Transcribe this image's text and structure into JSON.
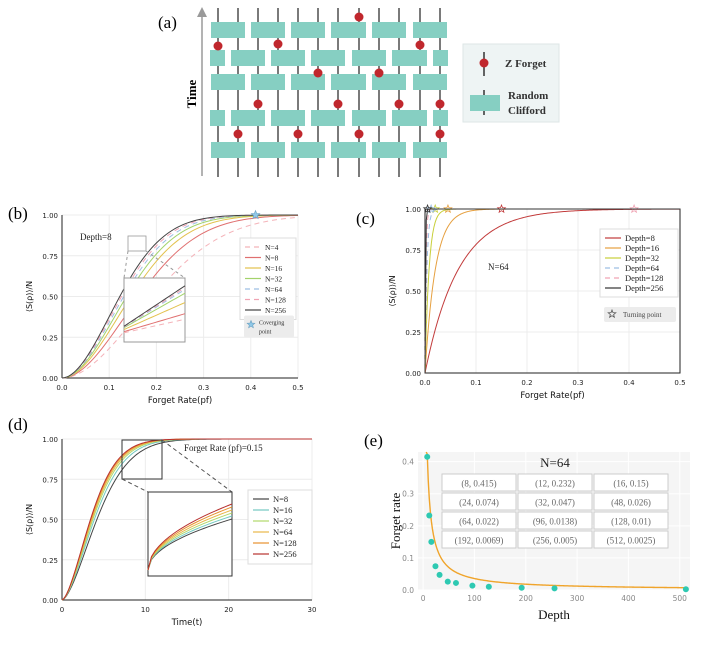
{
  "panel_a": {
    "label": "(a)",
    "time_label": "Time",
    "legend_forget": "Z Forget",
    "legend_clifford_line1": "Random",
    "legend_clifford_line2": "Clifford",
    "colors": {
      "gate": "#86cfc2",
      "forget": "#c0272d",
      "wire": "#333333"
    }
  },
  "chart_data": [
    {
      "panel": "(b)",
      "type": "line",
      "xlabel": "Forget Rate(pf)",
      "ylabel": "⟨S(ρ)⟩/N",
      "xlim": [
        0,
        0.5
      ],
      "ylim": [
        0,
        1
      ],
      "xticks": [
        "0.0",
        "0.1",
        "0.2",
        "0.3",
        "0.4",
        "0.5"
      ],
      "yticks": [
        "0.00",
        "0.25",
        "0.50",
        "0.75",
        "1.00"
      ],
      "annotation": "Depth=8",
      "legend_placement": "right",
      "converging_point": {
        "x": 0.41,
        "y": 1.0,
        "label_line1": "Coverging",
        "label_line2": "point"
      },
      "inset": "zoom of curves near pf 0.15–0.2",
      "series": [
        {
          "name": "N=4",
          "color": "#f4b3b9",
          "dash": "5,4",
          "k": 11
        },
        {
          "name": "N=8",
          "color": "#e07070",
          "dash": "",
          "k": 13
        },
        {
          "name": "N=16",
          "color": "#e3c24e",
          "dash": "",
          "k": 14.5
        },
        {
          "name": "N=32",
          "color": "#a3d36b",
          "dash": "",
          "k": 15.5
        },
        {
          "name": "N=64",
          "color": "#9dbfe3",
          "dash": "5,4",
          "k": 16.2
        },
        {
          "name": "N=128",
          "color": "#f0a3b3",
          "dash": "5,4",
          "k": 16.8
        },
        {
          "name": "N=256",
          "color": "#444444",
          "dash": "",
          "k": 17.3
        }
      ]
    },
    {
      "panel": "(c)",
      "type": "line",
      "xlabel": "Forget Rate(pf)",
      "ylabel": "⟨S(ρ)⟩/N",
      "xlim": [
        0,
        0.5
      ],
      "ylim": [
        0,
        1
      ],
      "xticks": [
        "0.0",
        "0.1",
        "0.2",
        "0.3",
        "0.4",
        "0.5"
      ],
      "yticks": [
        "0.00",
        "0.25",
        "0.50",
        "0.75",
        "1.00"
      ],
      "annotation": "N=64",
      "legend_placement": "right",
      "turning_point_label": "Turning point",
      "series": [
        {
          "name": "Depth=8",
          "color": "#c23b3b",
          "dash": "",
          "k": 17,
          "turn": 0.15
        },
        {
          "name": "Depth=16",
          "color": "#e6a040",
          "dash": "",
          "k": 55,
          "turn": 0.045
        },
        {
          "name": "Depth=32",
          "color": "#c8cf3a",
          "dash": "",
          "k": 140,
          "turn": 0.02
        },
        {
          "name": "Depth=64",
          "color": "#9dbfe3",
          "dash": "5,4",
          "k": 300,
          "turn": 0.012
        },
        {
          "name": "Depth=128",
          "color": "#f0a3b3",
          "dash": "5,4",
          "k": 600,
          "turn": 0.41
        },
        {
          "name": "Depth=256",
          "color": "#333333",
          "dash": "",
          "k": 1200,
          "turn": 0.005
        }
      ]
    },
    {
      "panel": "(d)",
      "type": "line",
      "xlabel": "Time(t)",
      "ylabel": "⟨S(ρ)⟩/N",
      "xlim": [
        0,
        30
      ],
      "ylim": [
        0,
        1
      ],
      "xticks": [
        "0",
        "10",
        "20",
        "30"
      ],
      "yticks": [
        "0.00",
        "0.25",
        "0.50",
        "0.75",
        "1.00"
      ],
      "annotation": "Forget Rate (pf)=0.15",
      "legend_placement": "right",
      "series": [
        {
          "name": "N=8",
          "color": "#444444",
          "k": 0.19
        },
        {
          "name": "N=16",
          "color": "#73c9c0",
          "k": 0.205
        },
        {
          "name": "N=32",
          "color": "#b0d86b",
          "k": 0.215
        },
        {
          "name": "N=64",
          "color": "#e8b84a",
          "k": 0.222
        },
        {
          "name": "N=128",
          "color": "#e7912e",
          "k": 0.228
        },
        {
          "name": "N=256",
          "color": "#b8312f",
          "k": 0.233
        }
      ]
    },
    {
      "panel": "(e)",
      "type": "scatter",
      "title": "N=64",
      "xlabel": "Depth",
      "ylabel": "Forget rate",
      "xlim": [
        -10,
        520
      ],
      "ylim": [
        0,
        0.43
      ],
      "xticks": [
        0,
        100,
        200,
        300,
        400,
        500
      ],
      "yticks": [
        0.0,
        0.1,
        0.2,
        0.3,
        0.4
      ],
      "point_color": "#2ec9b2",
      "fit_color": "#f0a42a",
      "points": [
        {
          "x": 8,
          "y": 0.415
        },
        {
          "x": 12,
          "y": 0.232
        },
        {
          "x": 16,
          "y": 0.15
        },
        {
          "x": 24,
          "y": 0.074
        },
        {
          "x": 32,
          "y": 0.047
        },
        {
          "x": 48,
          "y": 0.026
        },
        {
          "x": 64,
          "y": 0.022
        },
        {
          "x": 96,
          "y": 0.0138
        },
        {
          "x": 128,
          "y": 0.01
        },
        {
          "x": 192,
          "y": 0.0069
        },
        {
          "x": 256,
          "y": 0.005
        },
        {
          "x": 512,
          "y": 0.0025
        }
      ],
      "table": [
        [
          "(8, 0.415)",
          "(12, 0.232)",
          "(16, 0.15)"
        ],
        [
          "(24, 0.074)",
          "(32, 0.047)",
          "(48, 0.026)"
        ],
        [
          "(64, 0.022)",
          "(96, 0.0138)",
          "(128, 0.01)"
        ],
        [
          "(192, 0.0069)",
          "(256, 0.005)",
          "(512, 0.0025)"
        ]
      ]
    }
  ]
}
